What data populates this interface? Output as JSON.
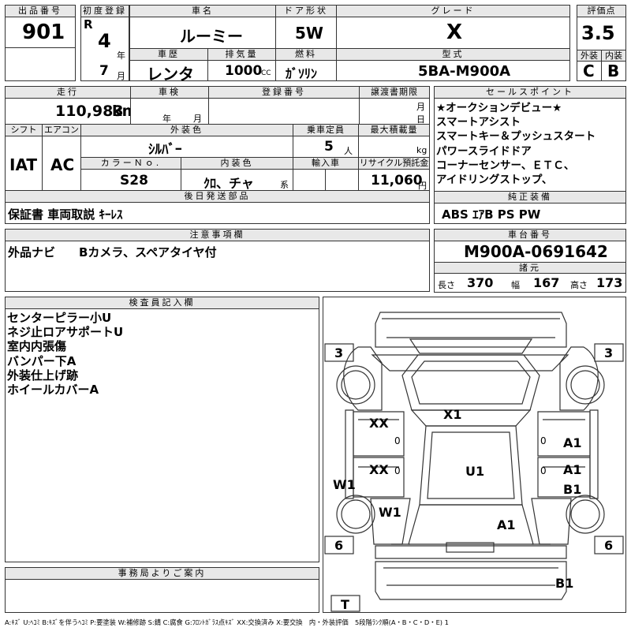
{
  "lot": {
    "label": "出品番号",
    "value": "901"
  },
  "first_reg": {
    "label": "初度登録",
    "era": "R",
    "year": "4",
    "year_unit": "年",
    "month": "7",
    "month_unit": "月"
  },
  "car_name": {
    "label": "車名",
    "value": "ルーミー"
  },
  "door": {
    "label": "ドア形状",
    "value": "5W"
  },
  "grade": {
    "label": "グレード",
    "value": "X"
  },
  "score": {
    "label": "評価点",
    "value": "3.5",
    "ext_label": "外装",
    "int_label": "内装",
    "ext": "C",
    "int": "B"
  },
  "history": {
    "label": "車歴",
    "value": "レンタ"
  },
  "displacement": {
    "label": "排気量",
    "value": "1000",
    "unit": "CC"
  },
  "fuel": {
    "label": "燃料",
    "value": "ｶﾞｿﾘﾝ"
  },
  "model_code": {
    "label": "型式",
    "value": "5BA-M900A"
  },
  "mileage": {
    "label": "走行",
    "value": "110,983",
    "unit": "km"
  },
  "inspection": {
    "label": "車検",
    "year_unit": "年",
    "month_unit": "月"
  },
  "reg_no": {
    "label": "登録番号"
  },
  "transfer": {
    "label": "譲渡書期限",
    "month_unit": "月",
    "day_unit": "日"
  },
  "sales_points": {
    "label": "セールスポイント",
    "lines": [
      "★オークションデビュー★",
      "スマートアシスト",
      "スマートキー＆プッシュスタート",
      "パワースライドドア",
      "コーナーセンサー、ＥＴＣ、",
      "アイドリングストップ、"
    ]
  },
  "shift": {
    "label": "シフト",
    "value": "IAT"
  },
  "aircon": {
    "label": "エアコン",
    "value": "AC"
  },
  "ext_color": {
    "label": "外装色",
    "value": "ｼﾙﾊﾞｰ"
  },
  "capacity": {
    "label": "乗車定員",
    "value": "5",
    "unit": "人"
  },
  "max_load": {
    "label": "最大積載量",
    "unit": "kg"
  },
  "color_no": {
    "label": "カラーＮｏ.",
    "value": "S28"
  },
  "int_color": {
    "label": "内装色",
    "value": "ｸﾛ、チャ",
    "unit": "系"
  },
  "import": {
    "label": "輸入車"
  },
  "recycle": {
    "label": "リサイクル預託金",
    "value": "11,060",
    "unit": "円"
  },
  "later_parts": {
    "label": "後日発送部品",
    "value": "保証書 車両取説 ｷｰﾚｽ"
  },
  "equipment": {
    "label": "純正装備",
    "value": "ABS ｴｱB PS PW"
  },
  "notes": {
    "label": "注意事項欄",
    "value": "外品ナビ　　Bカメラ、スペアタイヤ付"
  },
  "chassis": {
    "label": "車台番号",
    "value": "M900A-0691642"
  },
  "specs": {
    "label": "諸元",
    "length_label": "長さ",
    "length": "370",
    "width_label": "幅",
    "width": "167",
    "height_label": "高さ",
    "height": "173"
  },
  "inspector": {
    "label": "検査員記入欄",
    "lines": [
      "センターピラー小U",
      "ネジ止ロアサポートU",
      "室内内張傷",
      "バンパー下A",
      "外装仕上げ跡",
      "ホイールカバーA"
    ]
  },
  "office": {
    "label": "事務局よりご案内"
  },
  "diagram": {
    "tire_fl": "3",
    "tire_fr": "3",
    "tire_rl": "6",
    "tire_rr": "6",
    "spare": "T",
    "mark_xx1": "XX",
    "mark_xx2": "XX",
    "mark_x1": "X1",
    "mark_u1": "U1",
    "mark_a1_r1": "A1",
    "mark_a1_r2": "A1",
    "mark_b1_r": "B1",
    "mark_w1_l": "W1",
    "mark_w1_l2": "W1",
    "mark_a1_rear": "A1",
    "mark_b1_bottom": "B1",
    "zero1": "0",
    "zero2": "0",
    "zero3": "0",
    "zero4": "0"
  },
  "legend": "A:ｷｽﾞ U:ﾍｺﾐ B:ｷｽﾞを伴うﾍｺﾐ P:要塗装 W:補修跡 S:錆 C:腐食 G:ﾌﾛﾝﾄｶﾞﾗｽ点ｷｽﾞ XX:交換済み X:要交換　内・外装評価　5段階ﾗﾝｸ順(A・B・C・D・E) 1"
}
